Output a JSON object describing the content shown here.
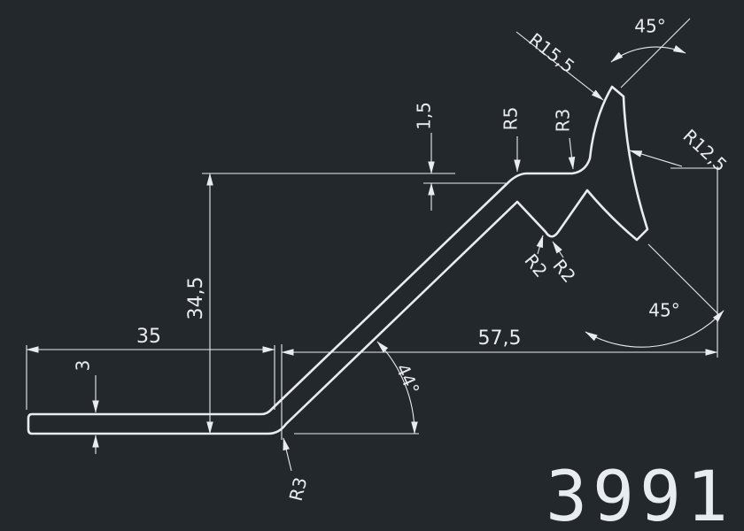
{
  "colors": {
    "background": "#23282c",
    "line": "#e8ecef"
  },
  "drawing": {
    "part_number": "3991",
    "dimensions": {
      "angle_top": "45°",
      "radius_top_outer": "R15,5",
      "radius_top_inner": "R12,5",
      "top_wall_thickness": "1,5",
      "radius_fillet_r5": "R5",
      "radius_fillet_r3_top": "R3",
      "height": "34,5",
      "base_length": "35",
      "base_thickness": "3",
      "diagonal_span": "57,5",
      "slope_angle": "44°",
      "angle_bottom": "45°",
      "radius_bend_r3": "R3",
      "radius_notch_r2_left": "R2",
      "radius_notch_r2_right": "R2"
    }
  }
}
